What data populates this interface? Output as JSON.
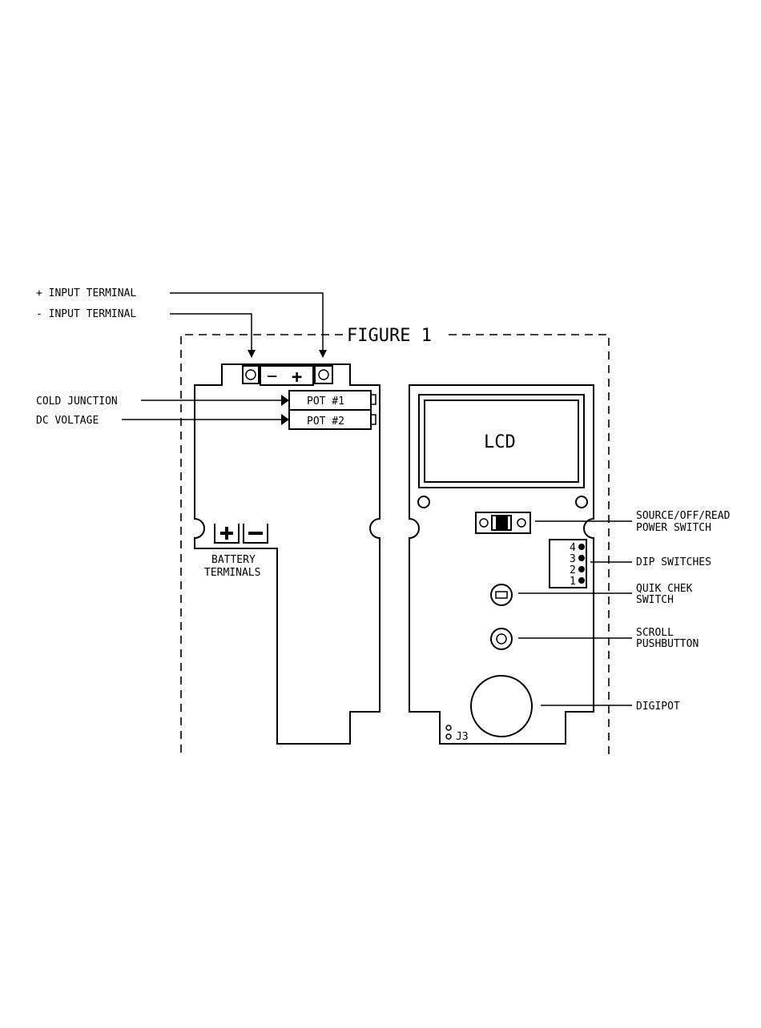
{
  "figure": {
    "title": "FIGURE 1"
  },
  "callouts": {
    "plus_input_terminal": "+ INPUT TERMINAL",
    "minus_input_terminal": "- INPUT TERMINAL",
    "cold_junction": "COLD JUNCTION",
    "dc_voltage": "DC VOLTAGE",
    "battery_terminals_line1": "BATTERY",
    "battery_terminals_line2": "TERMINALS",
    "power_switch_line1": "SOURCE/OFF/READ",
    "power_switch_line2": "POWER SWITCH",
    "dip_switches": "DIP SWITCHES",
    "quik_chek_line1": "QUIK CHEK",
    "quik_chek_line2": "SWITCH",
    "scroll_line1": "SCROLL",
    "scroll_line2": "PUSHBUTTON",
    "digipot": "DIGIPOT"
  },
  "components": {
    "pot1": "POT #1",
    "pot2": "POT #2",
    "lcd": "LCD",
    "j3": "J3",
    "terminal_minus": "−",
    "terminal_plus": "+",
    "dip_numbers": [
      "4",
      "3",
      "2",
      "1"
    ]
  }
}
